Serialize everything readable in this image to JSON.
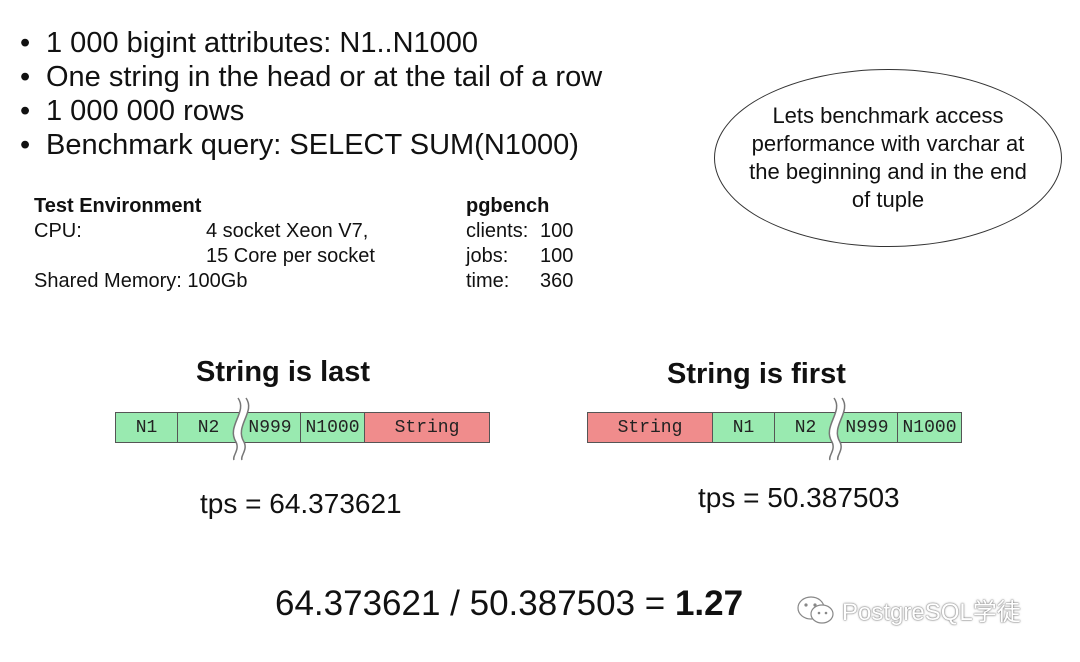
{
  "bullets": [
    "1 000 bigint attributes: N1..N1000",
    "One string in the head or at the tail of a row",
    "1 000 000 rows",
    "Benchmark query: SELECT SUM(N1000)"
  ],
  "bullet_char": "•",
  "bubble_text": "Lets benchmark access performance with varchar at the beginning and in the end of tuple",
  "env": {
    "title": "Test Environment",
    "cpu_label": "CPU:",
    "cpu_line1": "4 socket Xeon V7,",
    "cpu_line2": "15 Core per socket",
    "mem_label": "Shared Memory:",
    "mem_value": "100Gb"
  },
  "pgbench": {
    "title": "pgbench",
    "clients_label": "clients:",
    "clients_value": "100",
    "jobs_label": "jobs:",
    "jobs_value": "100",
    "time_label": "time:",
    "time_value": "360"
  },
  "last": {
    "title": "String is last",
    "cells": {
      "n1": "N1",
      "n2": "N2",
      "n999": "N999",
      "n1000": "N1000",
      "string": "String"
    },
    "tps": "tps = 64.373621"
  },
  "first": {
    "title": "String is first",
    "cells": {
      "string": "String",
      "n1": "N1",
      "n2": "N2",
      "n999": "N999",
      "n1000": "N1000"
    },
    "tps": "tps = 50.387503"
  },
  "ratio": {
    "expr": "64.373621 / 50.387503 = ",
    "result": "1.27"
  },
  "watermark": "PostgreSQL学徒",
  "colors": {
    "numeric_cell": "#99eab0",
    "string_cell": "#f08c8c"
  }
}
